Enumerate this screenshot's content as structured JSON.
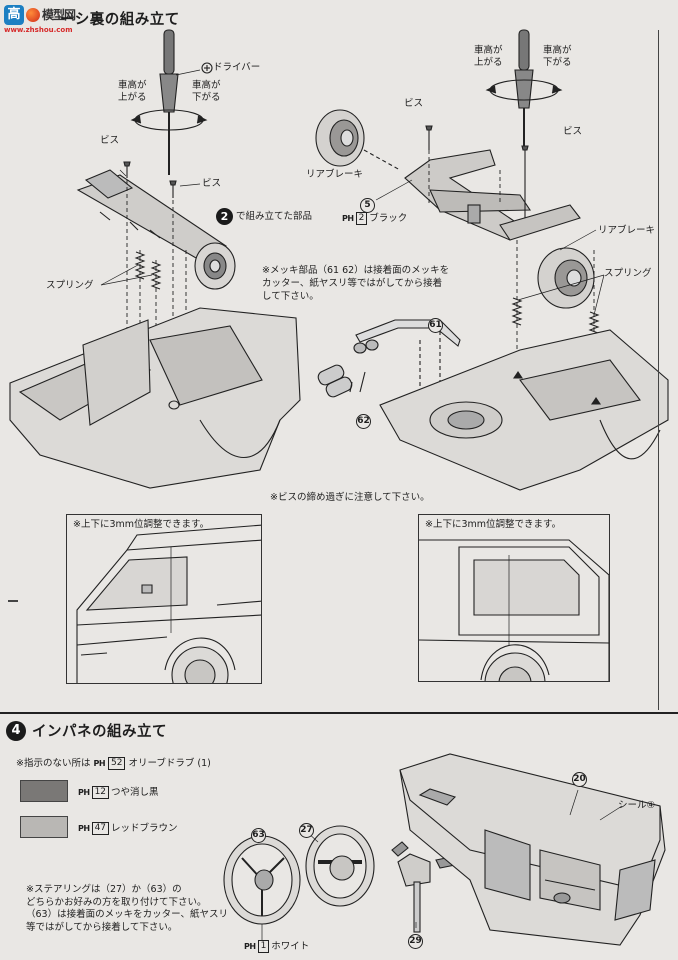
{
  "watermark": {
    "logo_text": "高",
    "site_text": "www.zhshou.com",
    "overlay": "模型网"
  },
  "section3": {
    "title": "ーシ裏の組み立て",
    "labels": {
      "driver": "ドライバー",
      "height_up_left": "車高が\n上がる",
      "height_down_left": "車高が\n下がる",
      "height_up_right": "車高が\n上がる",
      "height_down_right": "車高が\n下がる",
      "screw_1": "ビス",
      "screw_2": "ビス",
      "screw_3": "ビス",
      "screw_4": "ビス",
      "spring_left": "スプリング",
      "spring_right": "スプリング",
      "rear_brake_left": "リアブレーキ",
      "rear_brake_right": "リアブレーキ",
      "step2_number": "2",
      "step2_text": "で組み立てた部品",
      "part5": "5",
      "part5_ph": "PH",
      "part5_ph_num": "2",
      "part5_color": "ブラック",
      "part61": "61",
      "part62": "62",
      "plating_note": "※メッキ部品（61 62）は接着面のメッキを\nカッター、紙ヤスリ等ではがしてから接着\nして下さい。",
      "screw_note": "※ビスの締め過ぎに注意して下さい。",
      "adjust_note_left": "※上下に3mm位調整できます。",
      "adjust_note_right": "※上下に3mm位調整できます。"
    }
  },
  "section4": {
    "number": "4",
    "title": "インパネの組み立て",
    "default_note": "※指示のない所は PH 52 オリーブドラブ (1)",
    "default_ph": "PH",
    "default_ph_num": "52",
    "default_color": "オリーブドラブ (1)",
    "default_prefix": "※指示のない所は",
    "swatches": [
      {
        "ph": "PH",
        "num": "12",
        "name": "つや消し黒",
        "color": "#7a7876"
      },
      {
        "ph": "PH",
        "num": "47",
        "name": "レッドブラウン",
        "color": "#b9b7b4"
      }
    ],
    "part63": "63",
    "part27": "27",
    "part20": "20",
    "part29": "29",
    "seal": "シール④",
    "steering_ph": "PH",
    "steering_ph_num": "1",
    "steering_color": "ホワイト",
    "steering_note": "※ステアリングは（27）か（63）の\nどちらかお好みの方を取り付けて下さい。\n（63）は接着面のメッキをカッター、紙ヤスリ\n等ではがしてから接着して下さい。"
  }
}
